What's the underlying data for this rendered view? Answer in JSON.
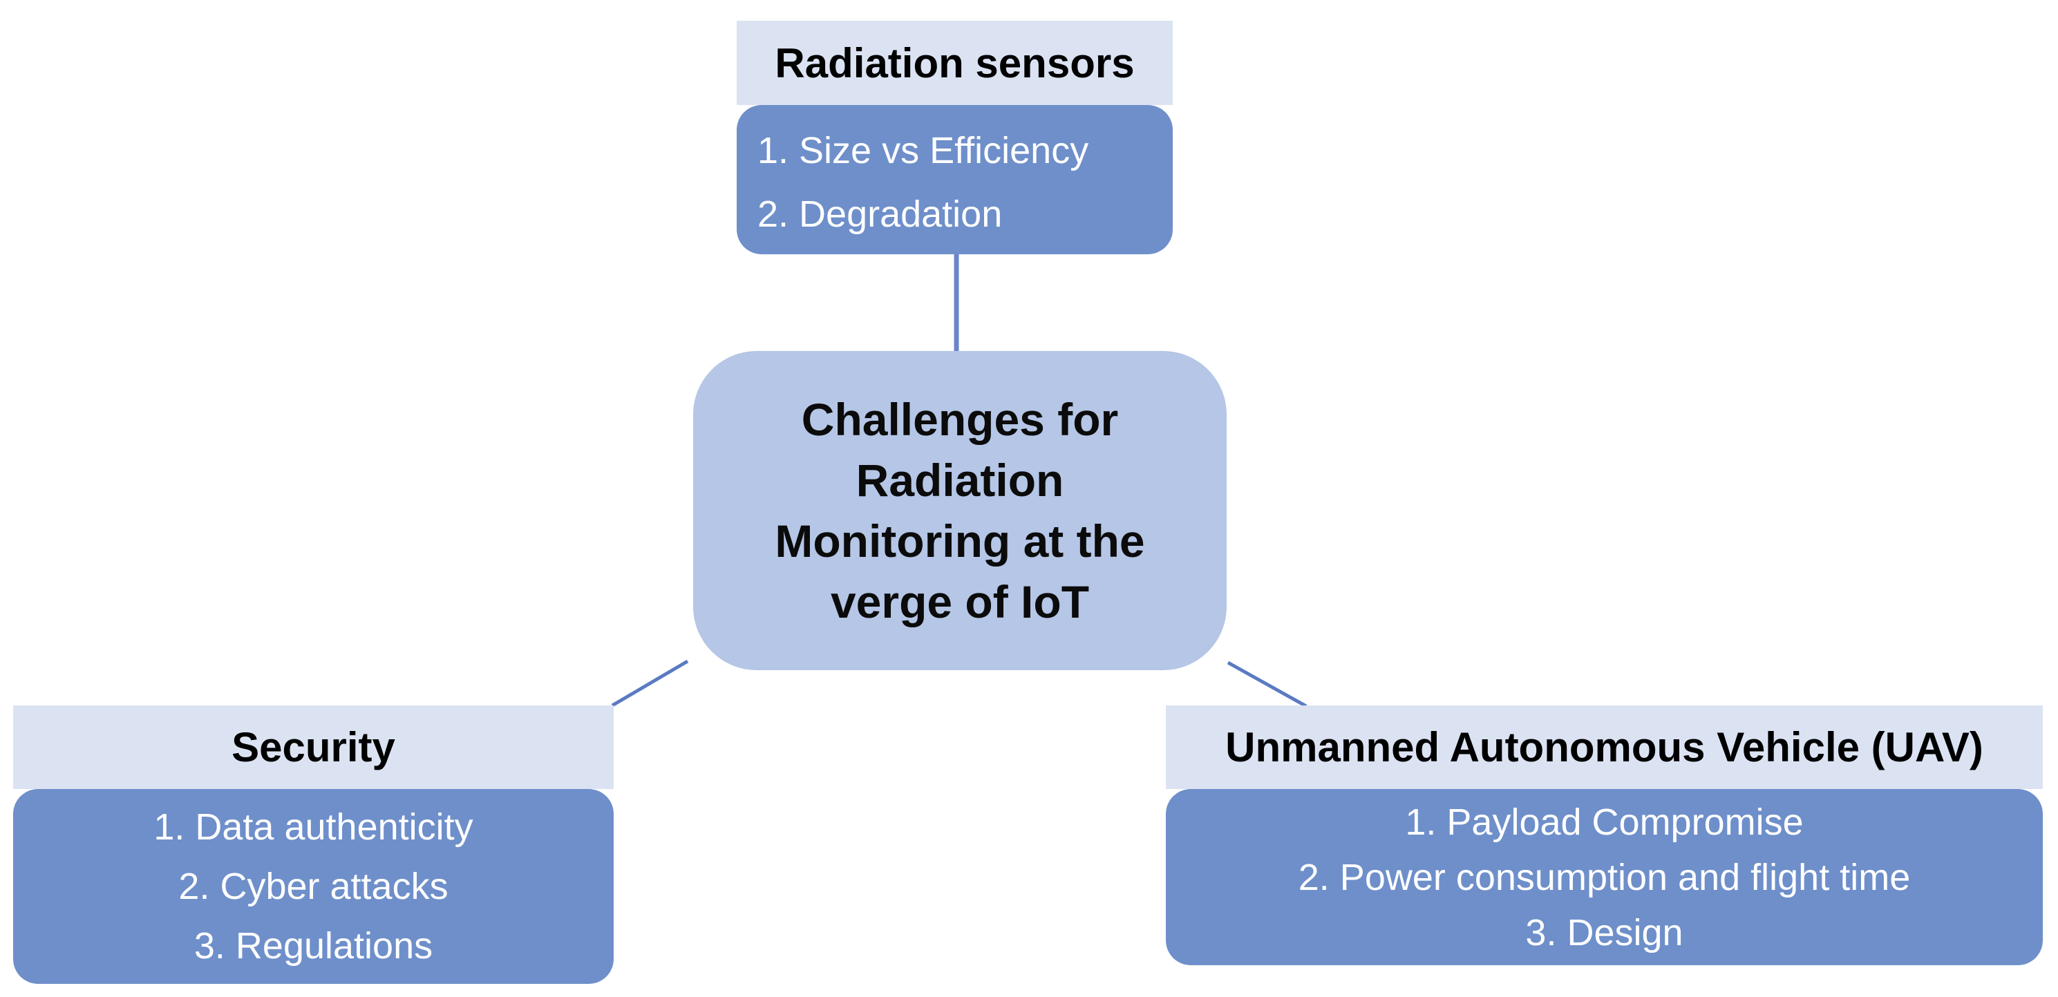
{
  "diagram": {
    "title_node": {
      "lines": [
        "Challenges for",
        "Radiation",
        "Monitoring at the",
        "verge of IoT"
      ]
    },
    "branches": {
      "radiation_sensors": {
        "title": "Radiation sensors",
        "items": [
          "1. Size vs Efficiency",
          "2. Degradation"
        ]
      },
      "security": {
        "title": "Security",
        "items": [
          "1. Data authenticity",
          "2. Cyber attacks",
          "3. Regulations"
        ]
      },
      "uav": {
        "title": "Unmanned Autonomous Vehicle (UAV)",
        "items": [
          "1. Payload Compromise",
          "2. Power consumption and flight time",
          "3. Design"
        ]
      }
    },
    "colors": {
      "header_bg": "#dbe3f3",
      "body_bg": "#6e8fca",
      "center_bg": "#b5c6e6",
      "header_text": "#000000",
      "item_text": "#ffffff",
      "center_text": "#0b0b0b",
      "connector_vertical": "#6a86c8",
      "connector_diagonal": "#5b7ac2"
    }
  }
}
